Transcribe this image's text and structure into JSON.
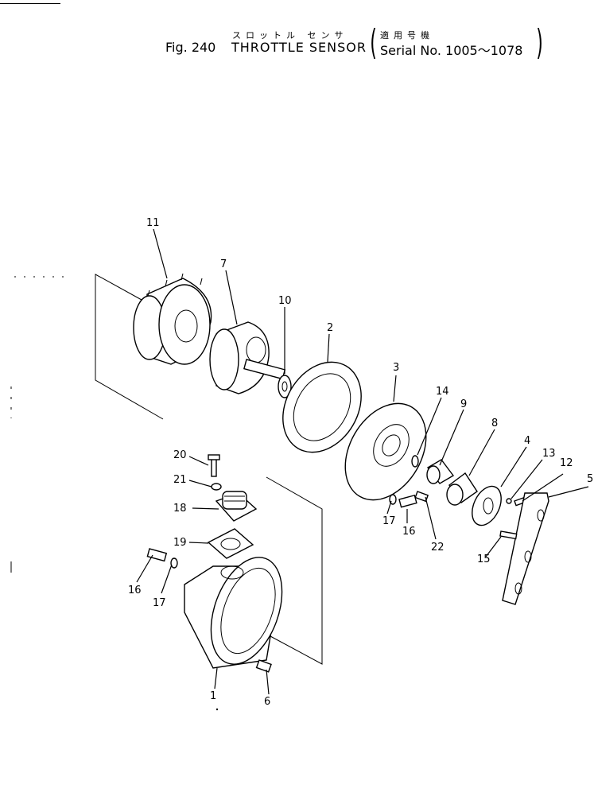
{
  "header": {
    "title_jp": "スロットル センサ",
    "serial_jp": "適用号機",
    "fig_label": "Fig. 240",
    "title_en": "THROTTLE SENSOR",
    "serial_en": "Serial No. 1005～1078"
  },
  "callouts": [
    "11",
    "7",
    "10",
    "2",
    "3",
    "14",
    "9",
    "8",
    "4",
    "13",
    "12",
    "5",
    "20",
    "21",
    "18",
    "19",
    "17",
    "16",
    "22",
    "15",
    "16",
    "17",
    "1",
    "6"
  ]
}
